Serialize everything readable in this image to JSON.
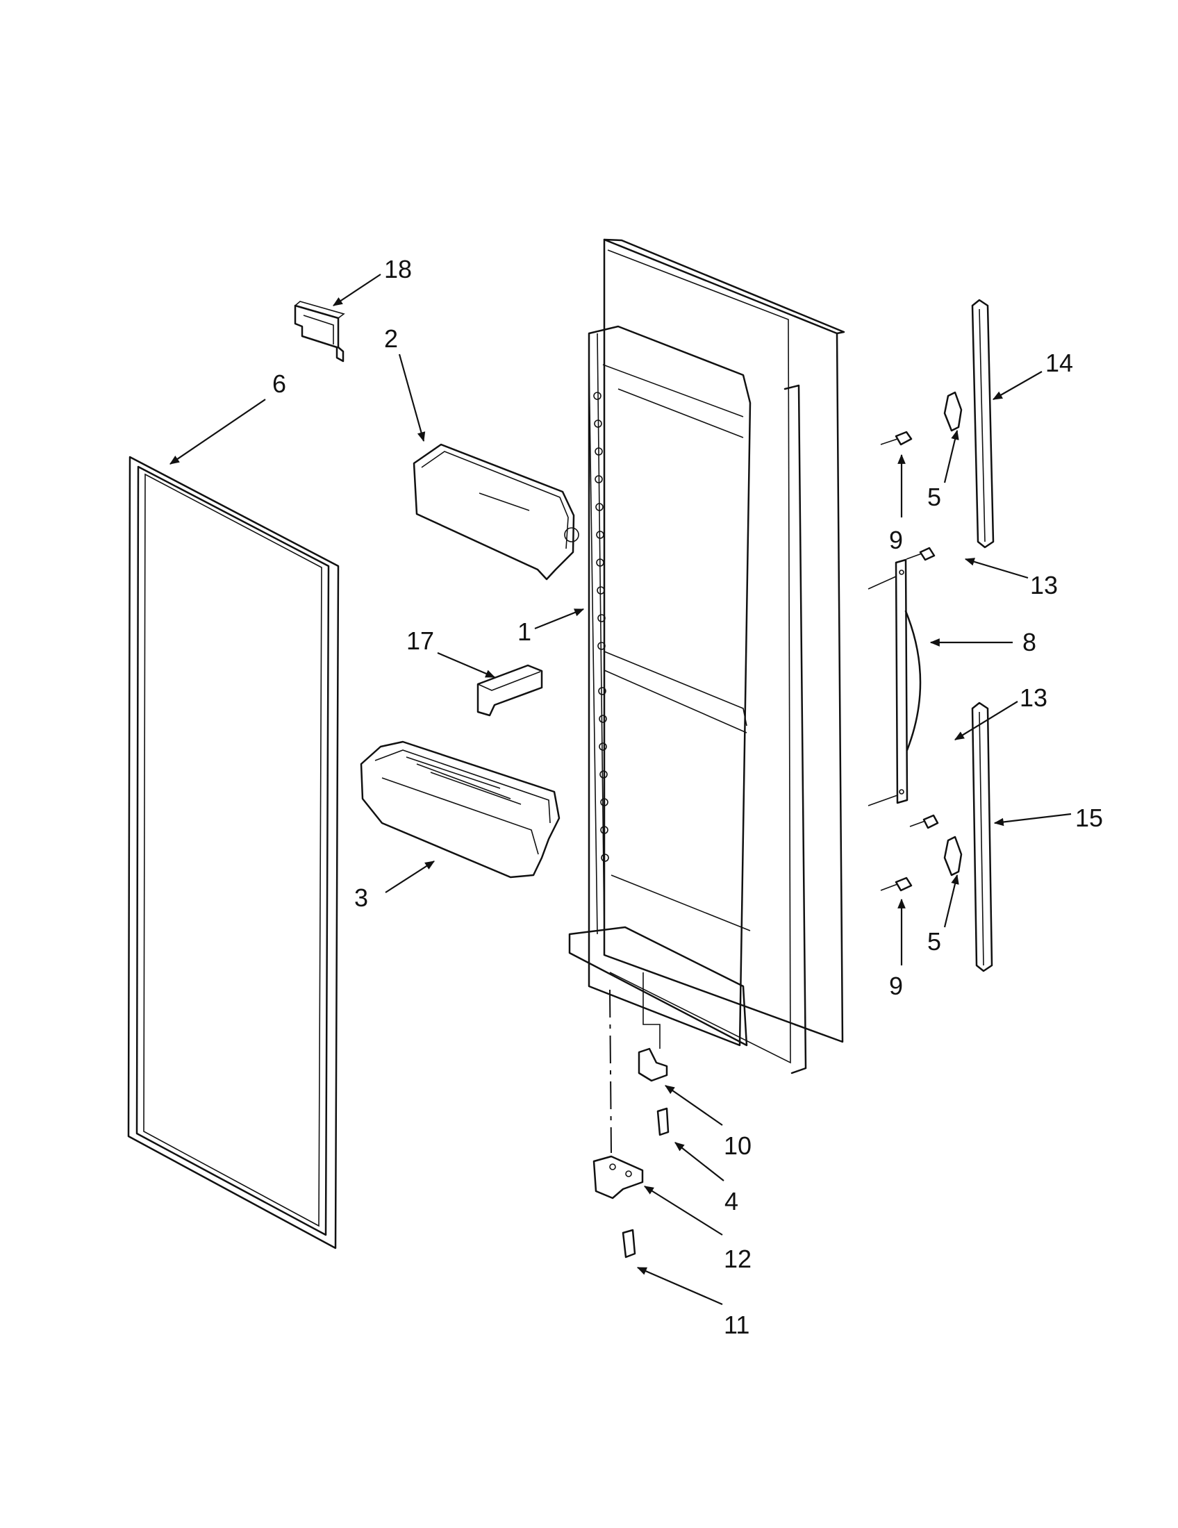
{
  "diagram": {
    "callouts": [
      {
        "id": "c18",
        "label": "18"
      },
      {
        "id": "c2",
        "label": "2"
      },
      {
        "id": "c6",
        "label": "6"
      },
      {
        "id": "c14",
        "label": "14"
      },
      {
        "id": "c5a",
        "label": "5"
      },
      {
        "id": "c9a",
        "label": "9"
      },
      {
        "id": "c13a",
        "label": "13"
      },
      {
        "id": "c1",
        "label": "1"
      },
      {
        "id": "c17",
        "label": "17"
      },
      {
        "id": "c8",
        "label": "8"
      },
      {
        "id": "c13b",
        "label": "13"
      },
      {
        "id": "c15",
        "label": "15"
      },
      {
        "id": "c3",
        "label": "3"
      },
      {
        "id": "c5b",
        "label": "5"
      },
      {
        "id": "c9b",
        "label": "9"
      },
      {
        "id": "c10",
        "label": "10"
      },
      {
        "id": "c4",
        "label": "4"
      },
      {
        "id": "c12",
        "label": "12"
      },
      {
        "id": "c11",
        "label": "11"
      }
    ]
  }
}
